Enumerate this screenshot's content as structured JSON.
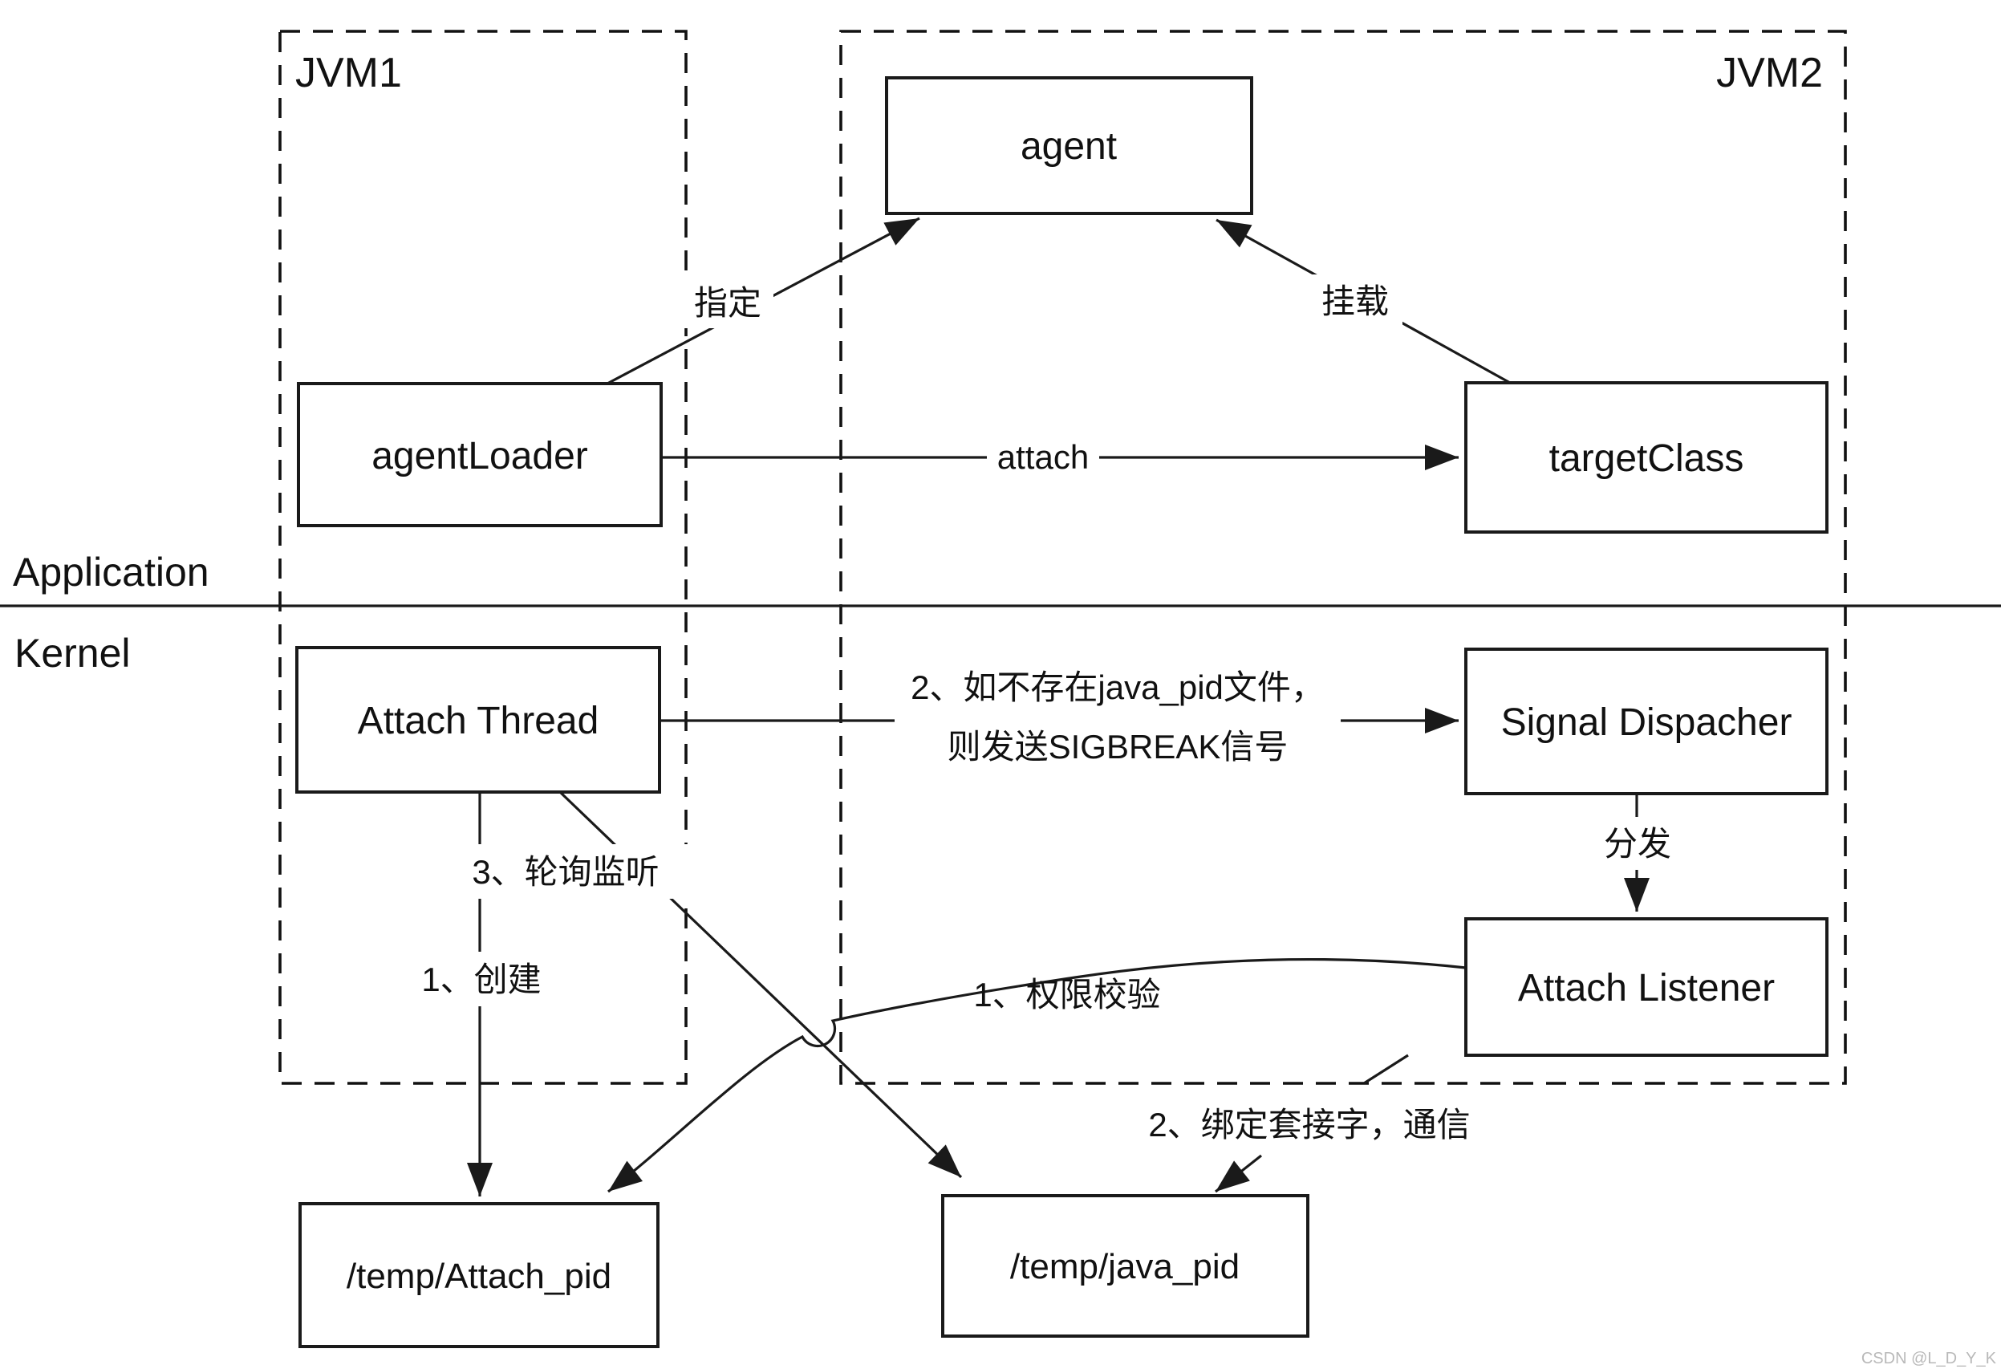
{
  "diagram": {
    "regions": {
      "jvm1": "JVM1",
      "jvm2": "JVM2"
    },
    "layers": {
      "application": "Application",
      "kernel": "Kernel"
    },
    "nodes": {
      "agent": "agent",
      "agent_loader": "agentLoader",
      "target_class": "targetClass",
      "attach_thread": "Attach Thread",
      "signal_dispacher": "Signal Dispacher",
      "attach_listener": "Attach Listener",
      "attach_pid_file": "/temp/Attach_pid",
      "java_pid_file": "/temp/java_pid"
    },
    "edges": {
      "specify": "指定",
      "mount": "挂载",
      "attach": "attach",
      "sigbreak_line1": "2、如不存在java_pid文件，",
      "sigbreak_line2": "则发送SIGBREAK信号",
      "dispatch": "分发",
      "create": "1、创建",
      "poll_listen": "3、轮询监听",
      "permission_check": "1、权限校验",
      "bind_socket": "2、绑定套接字，通信"
    },
    "watermark": "CSDN @L_D_Y_K",
    "colors": {
      "line": "#1a1a1a",
      "background": "#ffffff",
      "watermark": "#b9b9b9"
    }
  }
}
